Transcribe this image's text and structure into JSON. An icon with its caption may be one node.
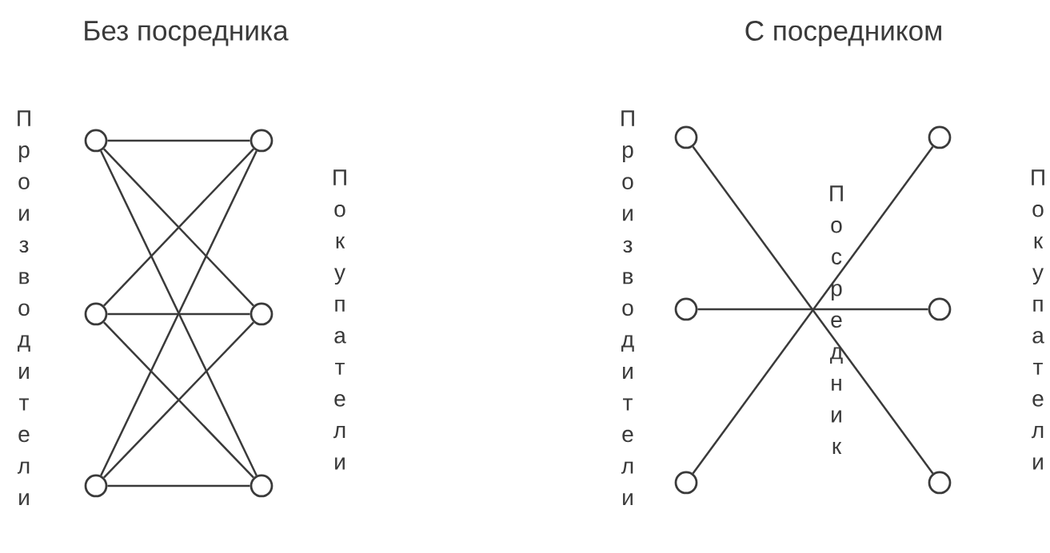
{
  "diagram": {
    "nodes": [
      {
        "text": [],
        "shape": "circle"
      },
      {
        "text": [],
        "shape": "circle"
      },
      {
        "text": [],
        "shape": "circle"
      },
      {
        "text": [],
        "shape": "circle"
      },
      {
        "text": [],
        "shape": "circle"
      },
      {
        "text": [],
        "shape": "circle"
      },
      {
        "text": [],
        "shape": "circle"
      },
      {
        "text": [],
        "shape": "circle"
      },
      {
        "text": [],
        "shape": "circle"
      },
      {
        "text": [],
        "shape": "circle"
      },
      {
        "text": [],
        "shape": "circle"
      },
      {
        "text": [],
        "shape": "circle"
      }
    ],
    "edges": [
      {
        "from": 0,
        "to": 1,
        "arrow": "none"
      },
      {
        "from": 0,
        "to": 3,
        "arrow": "none"
      },
      {
        "from": 0,
        "to": 5,
        "arrow": "none"
      },
      {
        "from": 2,
        "to": 1,
        "arrow": "none"
      },
      {
        "from": 2,
        "to": 3,
        "arrow": "none"
      },
      {
        "from": 2,
        "to": 5,
        "arrow": "none"
      },
      {
        "from": 4,
        "to": 1,
        "arrow": "none"
      },
      {
        "from": 4,
        "to": 3,
        "arrow": "none"
      },
      {
        "from": 4,
        "to": 5,
        "arrow": "none"
      },
      {
        "from": 6,
        "to": 11,
        "arrow": "none"
      },
      {
        "from": 8,
        "to": 9,
        "arrow": "none"
      },
      {
        "from": 10,
        "to": 7,
        "arrow": "none"
      }
    ],
    "labels": [
      "Без посредника",
      "С посредником",
      "Производители",
      "Покупатели",
      "Производители",
      "Посредник",
      "Покупатели"
    ]
  }
}
